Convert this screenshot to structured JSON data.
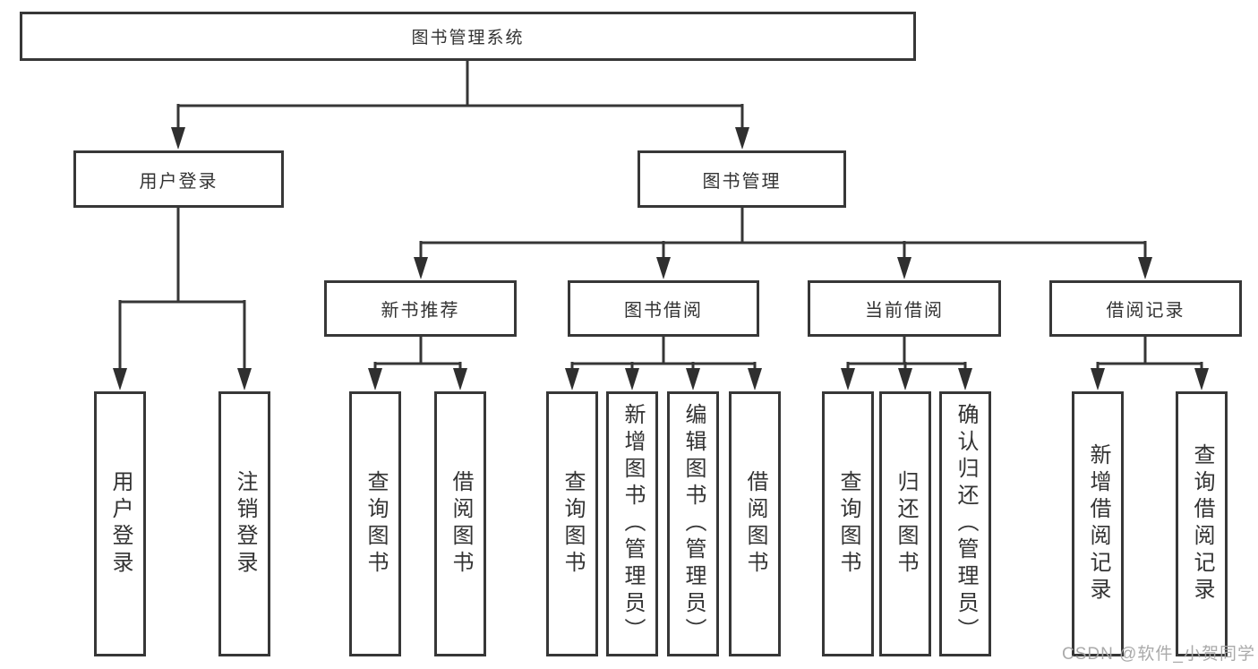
{
  "tree": {
    "root": "图书管理系统",
    "children": [
      {
        "label": "用户登录",
        "children": [
          {
            "label": "用户登录"
          },
          {
            "label": "注销登录"
          }
        ]
      },
      {
        "label": "图书管理",
        "children": [
          {
            "label": "新书推荐",
            "children": [
              {
                "label": "查询图书"
              },
              {
                "label": "借阅图书"
              }
            ]
          },
          {
            "label": "图书借阅",
            "children": [
              {
                "label": "查询图书"
              },
              {
                "label": "新增图书（管理员）"
              },
              {
                "label": "编辑图书（管理员）"
              },
              {
                "label": "借阅图书"
              }
            ]
          },
          {
            "label": "当前借阅",
            "children": [
              {
                "label": "查询图书"
              },
              {
                "label": "归还图书"
              },
              {
                "label": "确认归还（管理员）"
              }
            ]
          },
          {
            "label": "借阅记录",
            "children": [
              {
                "label": "新增借阅记录"
              },
              {
                "label": "查询借阅记录"
              }
            ]
          }
        ]
      }
    ]
  },
  "watermark": {
    "text": "CSDN @软件_小贺同学"
  },
  "colors": {
    "line": "#363636",
    "box_border": "#373737",
    "text": "#333333",
    "watermark": "#a5a5a5",
    "background": "#ffffff"
  }
}
